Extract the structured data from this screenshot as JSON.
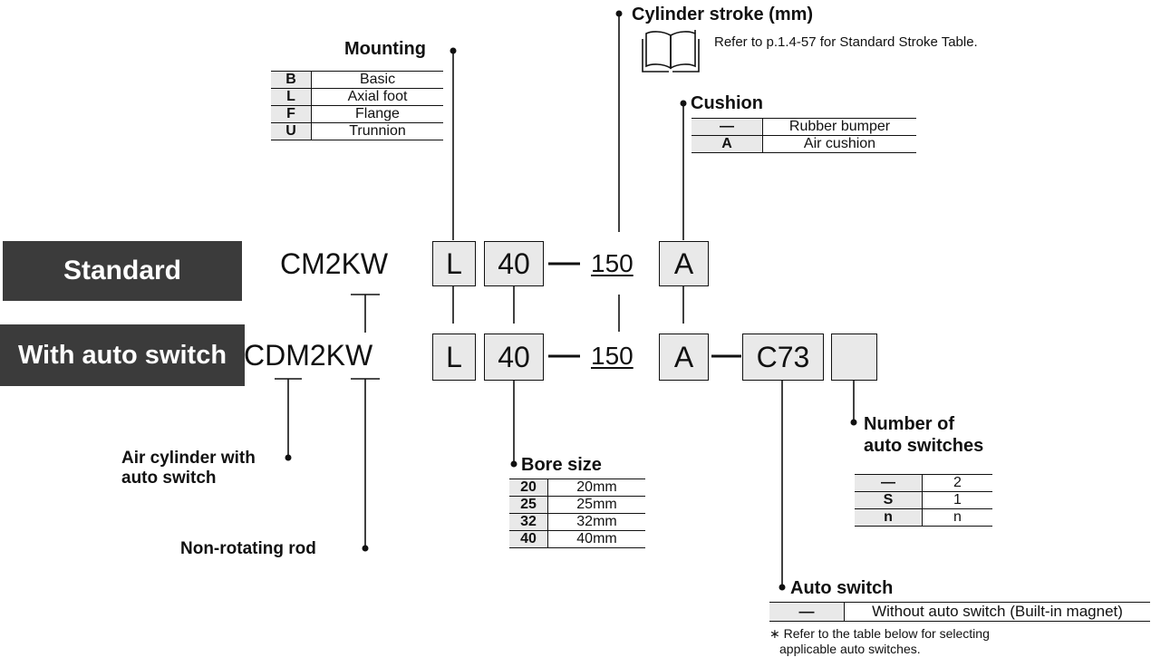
{
  "labels": {
    "standard": "Standard",
    "with_auto_switch": "With auto switch"
  },
  "codes": {
    "standard_model": "CM2KW",
    "auto_model": "CDM2KW",
    "mounting": "L",
    "bore": "40",
    "stroke": "150",
    "cushion": "A",
    "auto_switch": "C73",
    "dash": "—"
  },
  "mounting": {
    "title": "Mounting",
    "rows": [
      {
        "code": "B",
        "desc": "Basic"
      },
      {
        "code": "L",
        "desc": "Axial foot"
      },
      {
        "code": "F",
        "desc": "Flange"
      },
      {
        "code": "U",
        "desc": "Trunnion"
      }
    ]
  },
  "cylinder_stroke": {
    "title": "Cylinder stroke (mm)",
    "note": "Refer to p.1.4-57 for Standard Stroke Table.",
    "icon": "book-icon"
  },
  "cushion": {
    "title": "Cushion",
    "rows": [
      {
        "code": "—",
        "desc": "Rubber bumper"
      },
      {
        "code": "A",
        "desc": "Air cushion"
      }
    ]
  },
  "air_cylinder": {
    "line1": "Air cylinder with",
    "line2": "auto switch"
  },
  "non_rotating": {
    "title": "Non-rotating rod"
  },
  "bore_size": {
    "title": "Bore size",
    "rows": [
      {
        "code": "20",
        "desc": "20mm"
      },
      {
        "code": "25",
        "desc": "25mm"
      },
      {
        "code": "32",
        "desc": "32mm"
      },
      {
        "code": "40",
        "desc": "40mm"
      }
    ]
  },
  "num_switches": {
    "line1": "Number of",
    "line2": "auto switches",
    "rows": [
      {
        "code": "—",
        "desc": "2"
      },
      {
        "code": "S",
        "desc": "1"
      },
      {
        "code": "n",
        "desc": "n"
      }
    ]
  },
  "auto_switch": {
    "title": "Auto switch",
    "rows": [
      {
        "code": "—",
        "desc": "Without auto switch (Built-in magnet)"
      }
    ],
    "note_mark": "∗",
    "note_line1": "Refer to the table below for selecting",
    "note_line2": "applicable auto switches."
  },
  "colors": {
    "label_bg": "#3b3b3b",
    "box_fill": "#e9e9e9",
    "line": "#111111"
  }
}
